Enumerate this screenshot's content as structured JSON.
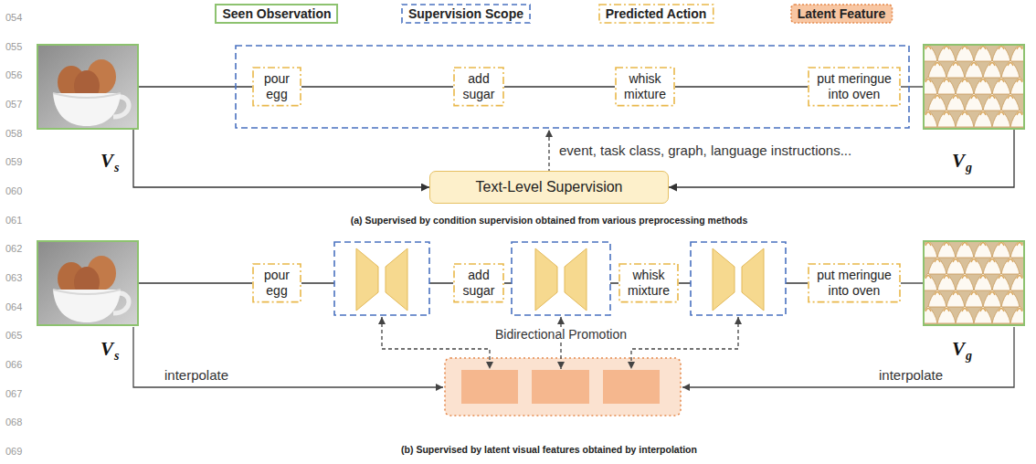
{
  "diagram": {
    "nodes": [
      {
        "text": [
          "V",
          "s"
        ]
      },
      {
        "text": [
          "pour egg"
        ]
      },
      {
        "text": [
          "add sugar"
        ]
      },
      {
        "text": [
          "whisk mixture"
        ]
      },
      {
        "text": [
          "put meringue into oven"
        ]
      },
      {
        "text": [
          "V",
          "g"
        ]
      },
      {
        "text": [
          "Text-Level Supervision"
        ]
      },
      {
        "text": [
          "V",
          "s"
        ]
      },
      {
        "text": [
          "pour egg"
        ]
      },
      {
        "text": [
          "add sugar"
        ]
      },
      {
        "text": [
          "whisk mixture"
        ]
      },
      {
        "text": [
          "put meringue into oven"
        ]
      },
      {
        "text": [
          "V",
          "g"
        ]
      }
    ],
    "edges": [
      {
        "from": 0,
        "to": 1,
        "arrow": "none"
      },
      {
        "from": 1,
        "to": 2,
        "arrow": "none"
      },
      {
        "from": 2,
        "to": 3,
        "arrow": "none"
      },
      {
        "from": 3,
        "to": 4,
        "arrow": "none"
      },
      {
        "from": 4,
        "to": 5,
        "arrow": "none"
      },
      {
        "from": 0,
        "to": 6,
        "arrow": "to"
      },
      {
        "from": 5,
        "to": 6,
        "arrow": "to"
      },
      {
        "from": 7,
        "to": 8,
        "arrow": "none"
      },
      {
        "from": 8,
        "to": 9,
        "arrow": "none"
      },
      {
        "from": 9,
        "to": 10,
        "arrow": "none"
      },
      {
        "from": 10,
        "to": 11,
        "arrow": "none"
      },
      {
        "from": 11,
        "to": 12,
        "arrow": "none"
      }
    ],
    "labels": [
      "054",
      "055",
      "056",
      "057",
      "058",
      "059",
      "060",
      "061",
      "062",
      "063",
      "064",
      "065",
      "066",
      "067",
      "068",
      "069",
      "event, task class, graph, language instructions...",
      "(a) Supervised by condition supervision obtained from various preprocessing methods",
      "Bidirectional Promotion",
      "interpolate",
      "interpolate",
      "(b) Supervised by latent visual features obtained by interpolation"
    ],
    "legend": [
      {
        "text": "Seen Observation"
      },
      {
        "text": "Supervision Scope"
      },
      {
        "text": "Predicted Action"
      },
      {
        "text": "Latent Feature",
        "color": "#f8c6a2"
      }
    ]
  }
}
